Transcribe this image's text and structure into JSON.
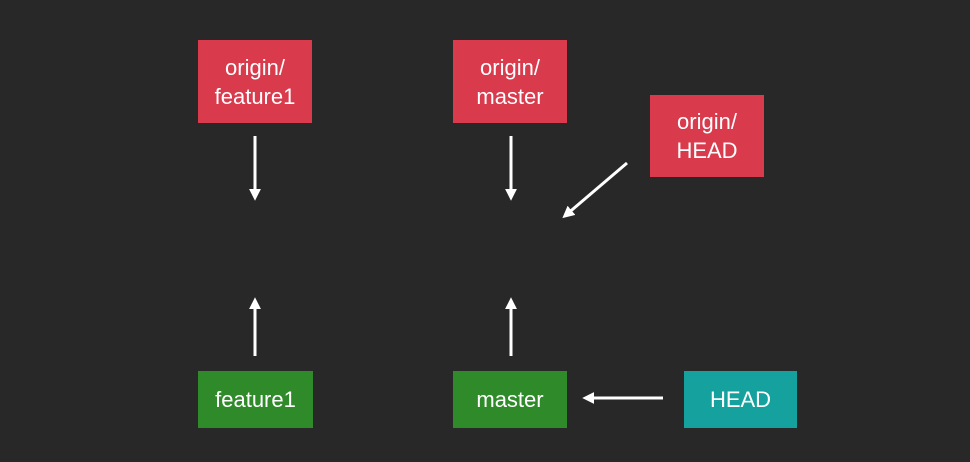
{
  "colors": {
    "background": "#282828",
    "remote_ref": "#d93a4c",
    "local_branch": "#2f8b2a",
    "head_ref": "#15a29e",
    "arrow": "#ffffff"
  },
  "nodes": {
    "origin_feature1": "origin/\nfeature1",
    "origin_master": "origin/\nmaster",
    "origin_head": "origin/\nHEAD",
    "feature1": "feature1",
    "master": "master",
    "head": "HEAD"
  }
}
